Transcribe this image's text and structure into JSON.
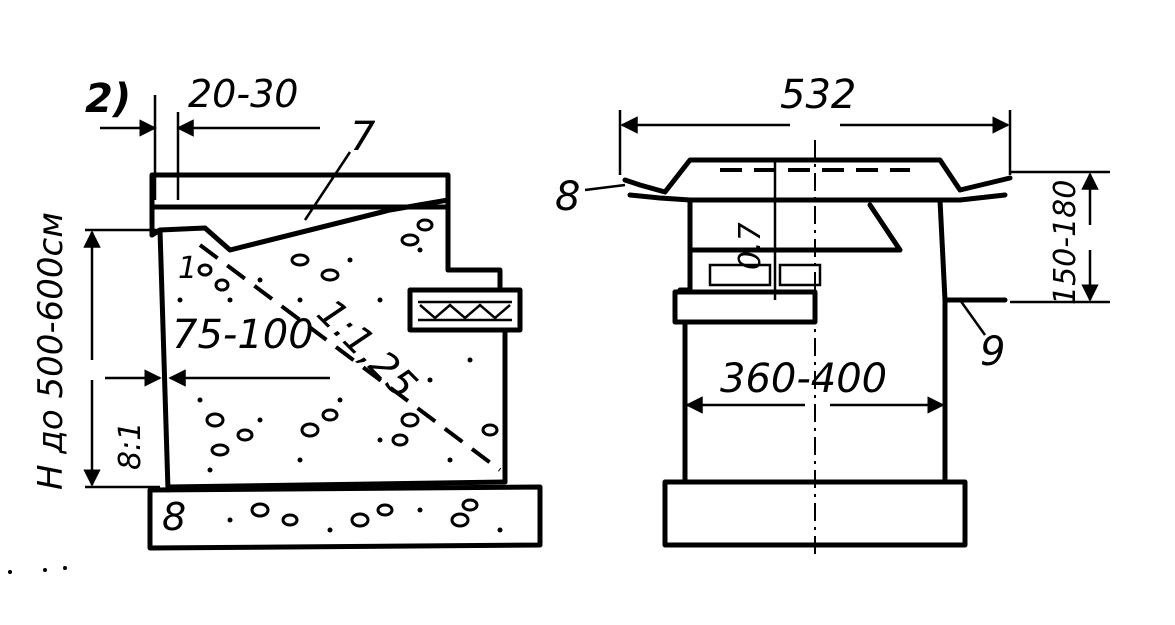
{
  "figure_label": "2)",
  "left_section": {
    "dim_top": "20-30",
    "callout_7": "7",
    "ratio_small": "1",
    "dim_middle": "75-100",
    "slope": "1:1,25",
    "height": "H до 500-600см",
    "batter": "8:1",
    "base_label": "8"
  },
  "right_section": {
    "dim_top": "532",
    "callout_8": "8",
    "dim_07": "0.7",
    "dim_height": "150-180",
    "dim_width": "360-400",
    "callout_9": "9"
  }
}
